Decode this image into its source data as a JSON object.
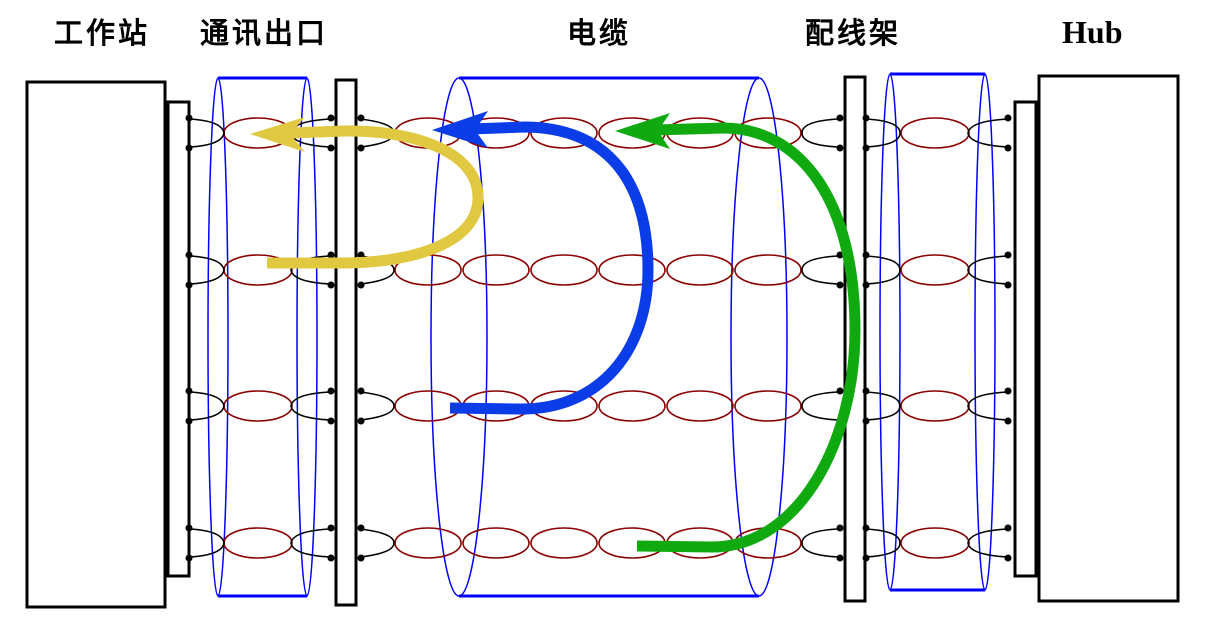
{
  "labels": {
    "workstation": "工作站",
    "outlet": "通讯出口",
    "cable": "电缆",
    "patch_panel": "配线架",
    "hub": "Hub"
  },
  "colors": {
    "box": "#000000",
    "shield": "#0000ff",
    "wire_pair": "#8b0000",
    "local_loop": "#000000",
    "arrow_yellow": "#e0c840",
    "arrow_blue": "#0a3ce8",
    "arrow_green": "#10aa10"
  },
  "rows": 4,
  "arrows": [
    {
      "name": "yellow-loopback-arrow",
      "color_key": "arrow_yellow"
    },
    {
      "name": "blue-loopback-arrow",
      "color_key": "arrow_blue"
    },
    {
      "name": "green-loopback-arrow",
      "color_key": "arrow_green"
    }
  ]
}
